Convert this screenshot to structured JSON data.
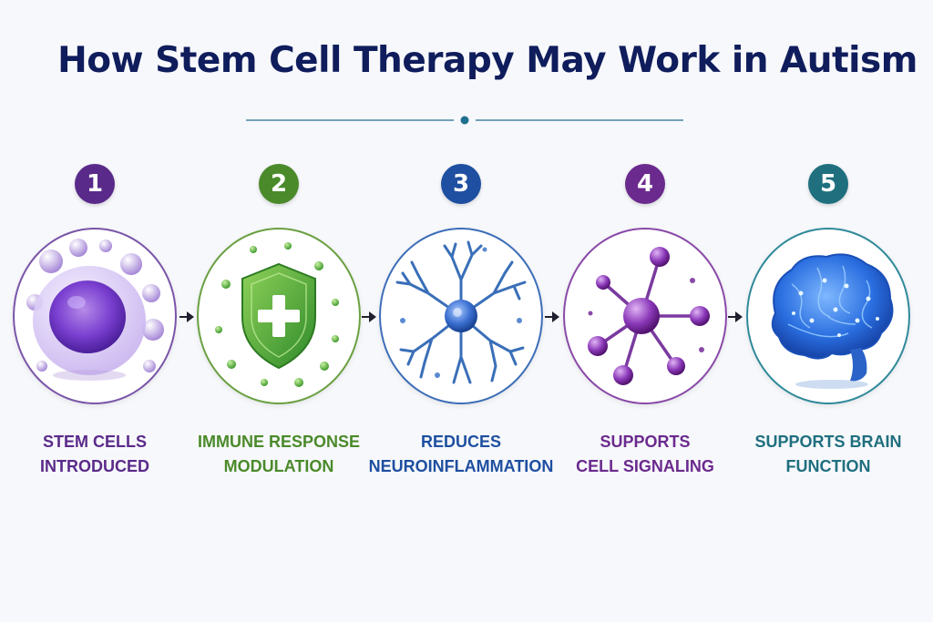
{
  "title": "How Stem Cell Therapy May Work in Autism",
  "colors": {
    "title": "#0f1d5c",
    "divider": "#1f6f8f",
    "arrow": "#1f1f2e"
  },
  "steps": [
    {
      "number": "1",
      "line1": "STEM CELLS",
      "line2": "INTRODUCED",
      "color": "#5a2a8a",
      "icon": "stem-cell-icon"
    },
    {
      "number": "2",
      "line1": "IMMUNE RESPONSE",
      "line2": "MODULATION",
      "color": "#4a8a2a",
      "icon": "shield-plus-icon"
    },
    {
      "number": "3",
      "line1": "REDUCES",
      "line2": "NEUROINFLAMMATION",
      "color": "#1e4fa0",
      "icon": "neuron-icon"
    },
    {
      "number": "4",
      "line1": "SUPPORTS",
      "line2": "CELL SIGNALING",
      "color": "#6b2a8e",
      "icon": "molecule-icon"
    },
    {
      "number": "5",
      "line1": "SUPPORTS BRAIN",
      "line2": "FUNCTION",
      "color": "#1f6f7f",
      "icon": "brain-icon"
    }
  ]
}
